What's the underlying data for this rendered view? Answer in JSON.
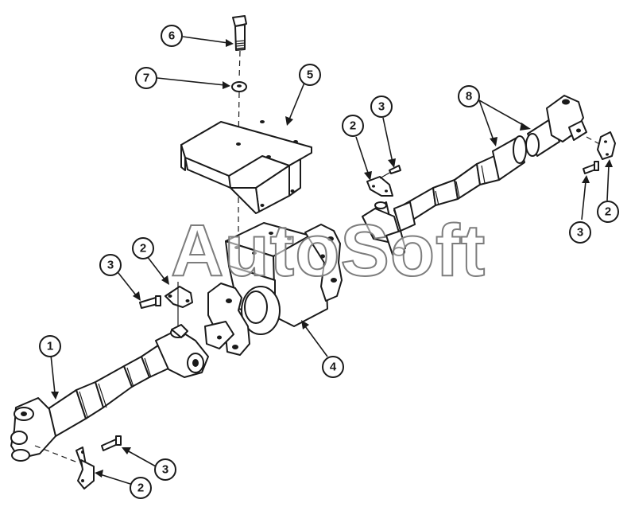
{
  "watermark": "AutoSoft",
  "callouts": [
    {
      "id": "c1",
      "label": "1"
    },
    {
      "id": "c2a",
      "label": "2"
    },
    {
      "id": "c2b",
      "label": "2"
    },
    {
      "id": "c2c",
      "label": "2"
    },
    {
      "id": "c2d",
      "label": "2"
    },
    {
      "id": "c3a",
      "label": "3"
    },
    {
      "id": "c3b",
      "label": "3"
    },
    {
      "id": "c3c",
      "label": "3"
    },
    {
      "id": "c3d",
      "label": "3"
    },
    {
      "id": "c4",
      "label": "4"
    },
    {
      "id": "c5",
      "label": "5"
    },
    {
      "id": "c6",
      "label": "6"
    },
    {
      "id": "c7",
      "label": "7"
    },
    {
      "id": "c8",
      "label": "8"
    }
  ]
}
